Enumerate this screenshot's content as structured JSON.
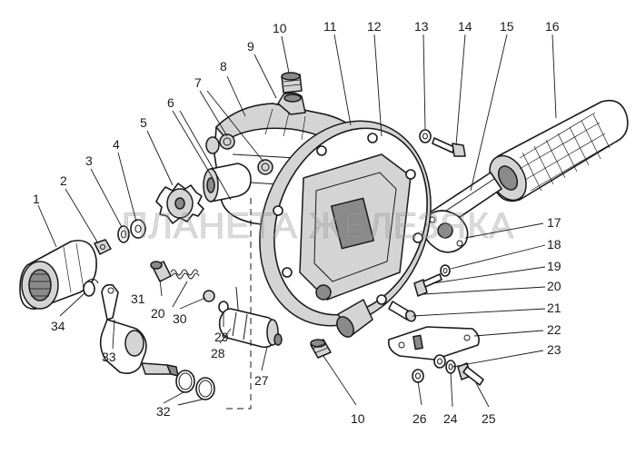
{
  "watermark": "ПЛАНЕТА ЖЕЛЕЗЯКА",
  "callouts": [
    "1",
    "2",
    "3",
    "4",
    "5",
    "6",
    "7",
    "8",
    "9",
    "10",
    "11",
    "12",
    "13",
    "14",
    "15",
    "16",
    "17",
    "18",
    "19",
    "20",
    "21",
    "22",
    "23",
    "24",
    "25",
    "26",
    "27",
    "28",
    "29",
    "30",
    "31",
    "32",
    "33",
    "34",
    "10",
    "20"
  ],
  "colors": {
    "ink": "#1a1a1a",
    "paper": "#ffffff",
    "shade": "#8a8a8a",
    "watermark": "#9a9a9a"
  }
}
